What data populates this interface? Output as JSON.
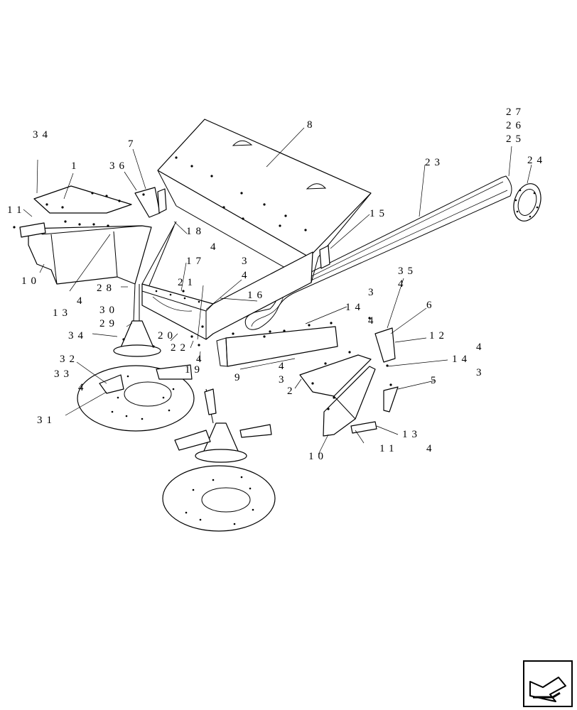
{
  "callouts": {
    "c1": "1",
    "c2": "2",
    "c3": "3",
    "c4": "4",
    "c5": "5",
    "c6": "6",
    "c7": "7",
    "c8": "8",
    "c9": "9",
    "c10": "10",
    "c11": "11",
    "c12": "12",
    "c13": "13",
    "c14": "14",
    "c15": "15",
    "c16": "16",
    "c17": "17",
    "c18": "18",
    "c19": "19",
    "c20": "20",
    "c21": "21",
    "c22": "22",
    "c23": "23",
    "c24": "24",
    "c25": "25",
    "c26": "26",
    "c27": "27",
    "c28": "28",
    "c29": "29",
    "c30": "30",
    "c31": "31",
    "c32": "32",
    "c33": "33",
    "c34": "34",
    "c35": "35",
    "c36": "36"
  },
  "nav": {
    "icon": "next-page-arrow-icon"
  }
}
